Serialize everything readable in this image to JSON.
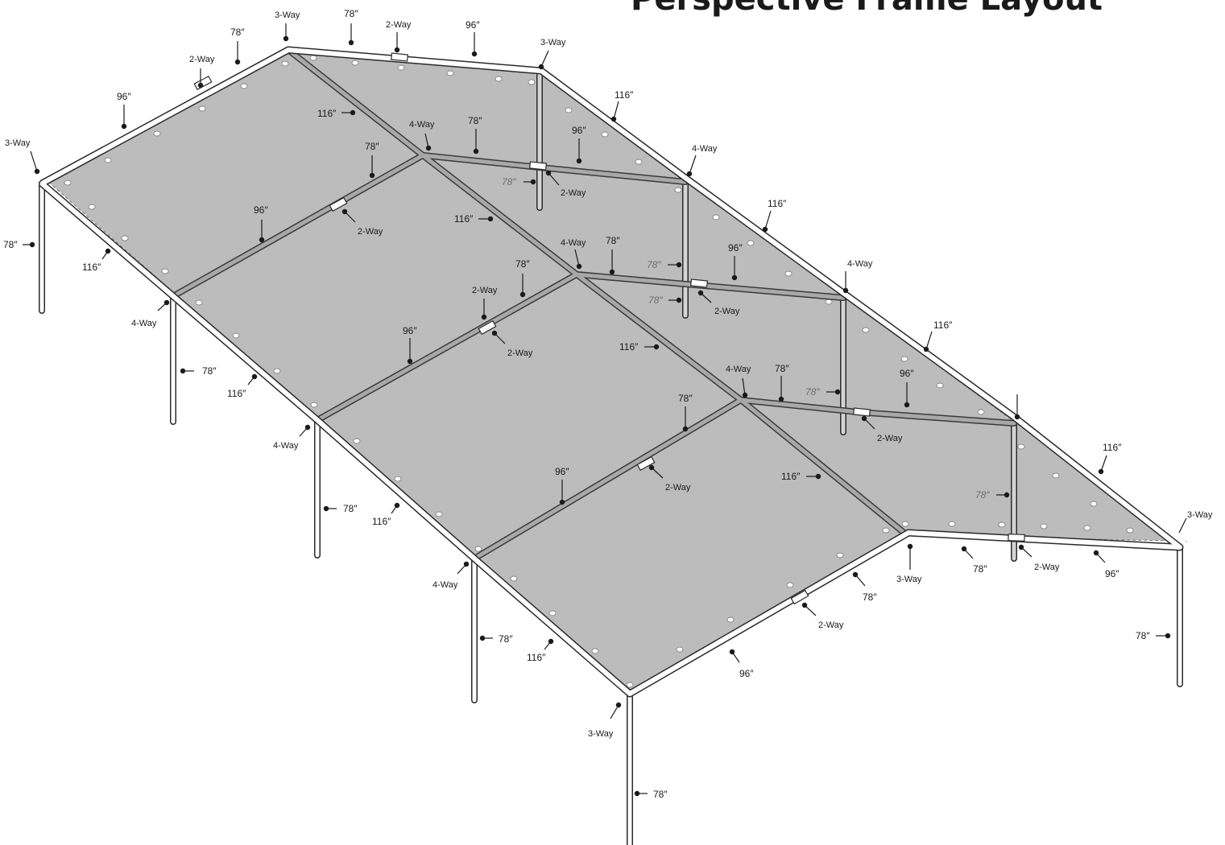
{
  "title": "Perspective Frame Layout",
  "colors": {
    "canopy": "#bcbcbc",
    "pipe_fill": "#ffffff",
    "pipe_outline": "#2a2a2a",
    "inner_pipe": "#8a8a8a",
    "label": "#1a1a1a",
    "muted_label": "#6d6d6d"
  },
  "connectors": {
    "three_way": "3-Way",
    "four_way": "4-Way",
    "two_way": "2-Way"
  },
  "lengths": {
    "leg": "78″",
    "ridge": "116″",
    "rafter_short": "78″",
    "rafter_long": "96″",
    "eave": "116″"
  },
  "labels": [
    {
      "t": "3-Way"
    },
    {
      "t": "78″"
    },
    {
      "t": "2-Way"
    },
    {
      "t": "96″"
    },
    {
      "t": "3-Way"
    },
    {
      "t": "78″"
    },
    {
      "t": "2-Way"
    },
    {
      "t": "96″"
    },
    {
      "t": "3-Way"
    },
    {
      "t": "78″"
    },
    {
      "t": "116″"
    },
    {
      "t": "116″"
    },
    {
      "t": "4-Way"
    },
    {
      "t": "78″"
    },
    {
      "t": "78″"
    },
    {
      "t": "96″"
    },
    {
      "t": "78″"
    },
    {
      "t": "2-Way"
    },
    {
      "t": "96″"
    },
    {
      "t": "2-Way"
    },
    {
      "t": "116″"
    },
    {
      "t": "116″"
    },
    {
      "t": "4-Way"
    },
    {
      "t": "116″"
    },
    {
      "t": "4-Way"
    },
    {
      "t": "78″"
    },
    {
      "t": "78″"
    },
    {
      "t": "96″"
    },
    {
      "t": "78″"
    },
    {
      "t": "2-Way"
    },
    {
      "t": "78″"
    },
    {
      "t": "2-Way"
    },
    {
      "t": "96″"
    },
    {
      "t": "2-Way"
    },
    {
      "t": "116″"
    },
    {
      "t": "4-Way"
    },
    {
      "t": "116″"
    },
    {
      "t": "4-Way"
    },
    {
      "t": "78″"
    },
    {
      "t": "78″"
    },
    {
      "t": "96″"
    },
    {
      "t": "78″"
    },
    {
      "t": "2-Way"
    },
    {
      "t": "116″"
    },
    {
      "t": "4-Way"
    },
    {
      "t": "116″"
    },
    {
      "t": "78″"
    },
    {
      "t": "78″"
    },
    {
      "t": "96″"
    },
    {
      "t": "2-Way"
    },
    {
      "t": "116″"
    },
    {
      "t": "4-Way"
    },
    {
      "t": "116″"
    },
    {
      "t": "78″"
    },
    {
      "t": "3-Way"
    },
    {
      "t": "78″"
    },
    {
      "t": "2-Way"
    },
    {
      "t": "96″"
    },
    {
      "t": "3-Way"
    },
    {
      "t": "78″"
    },
    {
      "t": "78″"
    },
    {
      "t": "4-Way"
    },
    {
      "t": "78″"
    },
    {
      "t": "116″"
    },
    {
      "t": "2-Way"
    },
    {
      "t": "96″"
    },
    {
      "t": "3-Way"
    },
    {
      "t": "78″"
    }
  ]
}
